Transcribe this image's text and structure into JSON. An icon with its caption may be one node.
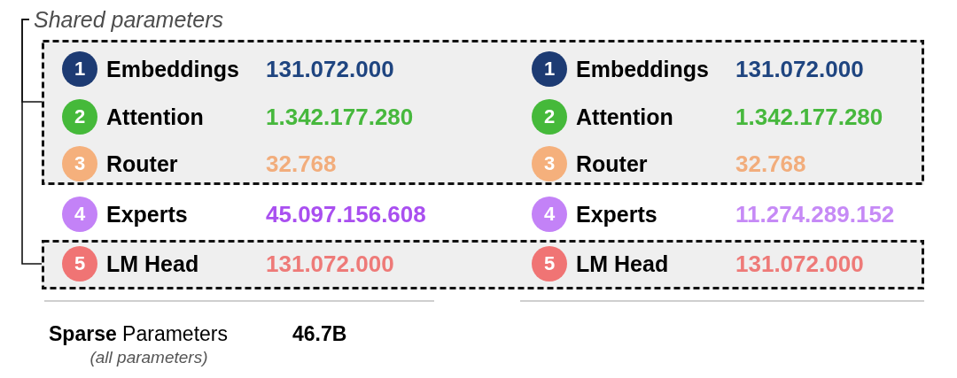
{
  "diagram": {
    "nodes": [
      {
        "text": [
          "Shared parameters"
        ]
      },
      {
        "text": [],
        "shape": "box"
      },
      {
        "text": [
          "1"
        ],
        "beside": [
          "Embeddings",
          "131.072.000"
        ],
        "in": 1
      },
      {
        "text": [
          "1"
        ],
        "beside": [
          "Embeddings",
          "131.072.000"
        ],
        "in": 1
      },
      {
        "text": [
          "2"
        ],
        "beside": [
          "Attention",
          "1.342.177.280"
        ],
        "in": 1
      },
      {
        "text": [
          "2"
        ],
        "beside": [
          "Attention",
          "1.342.177.280"
        ],
        "in": 1
      },
      {
        "text": [
          "3"
        ],
        "beside": [
          "Router",
          "32.768"
        ],
        "in": 1
      },
      {
        "text": [
          "3"
        ],
        "beside": [
          "Router",
          "32.768"
        ],
        "in": 1
      },
      {
        "text": [
          "4"
        ],
        "beside": [
          "Experts",
          "45.097.156.608"
        ]
      },
      {
        "text": [
          "4"
        ],
        "beside": [
          "Experts",
          "11.274.289.152"
        ]
      },
      {
        "text": [],
        "shape": "box"
      },
      {
        "text": [
          "5"
        ],
        "beside": [
          "LM Head",
          "131.072.000"
        ],
        "in": 10
      },
      {
        "text": [
          "5"
        ],
        "beside": [
          "LM Head",
          "131.072.000"
        ],
        "in": 10
      }
    ],
    "edges": [
      {
        "from": 0,
        "to": 1,
        "arrow": "none"
      },
      {
        "from": 0,
        "to": 10,
        "arrow": "none"
      }
    ],
    "labels": [
      "**Sparse** Parameters",
      "(all parameters)",
      "46.7B"
    ]
  }
}
